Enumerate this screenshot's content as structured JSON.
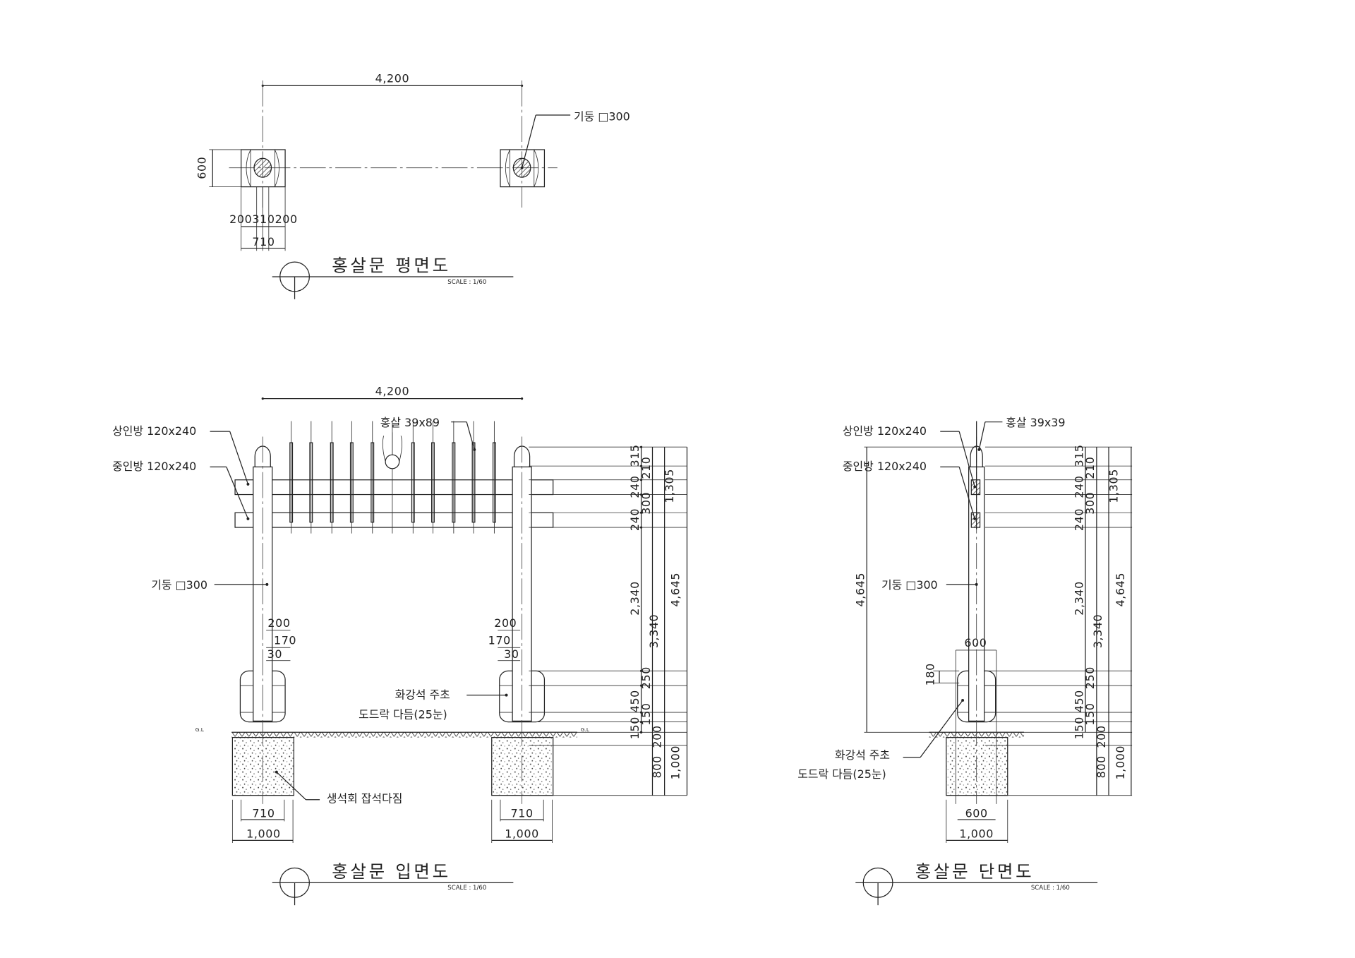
{
  "plan": {
    "dim_width": "4,200",
    "column_label": "기둥 □300",
    "dim_depth": "600",
    "dim_parts": "200310200",
    "dim_base": "710",
    "title": "홍살문 평면도",
    "scale": "SCALE : 1/60"
  },
  "elevation": {
    "dim_width": "4,200",
    "upper_rail": "상인방 120x240",
    "mid_rail": "중인방 120x240",
    "spear": "홍살 39x89",
    "column": "기둥 □300",
    "base_stone": "화강석 주초",
    "finish": "도드락 다듬(25눈)",
    "foundation": "생석회 잡석다짐",
    "gl": "G.L",
    "base_dims": [
      "200",
      "170",
      "30"
    ],
    "chain_a": [
      "315",
      "240",
      "240",
      "2,340",
      "150"
    ],
    "chain_b": [
      "210",
      "300",
      "3,340",
      "250",
      "450",
      "150",
      "200",
      "800"
    ],
    "chain_c": [
      "1,305",
      "4,645",
      "1,000"
    ],
    "bottom_dims": [
      "710",
      "1,000"
    ],
    "title": "홍살문 입면도",
    "scale": "SCALE : 1/60"
  },
  "section": {
    "upper_rail": "상인방 120x240",
    "mid_rail": "중인방 120x240",
    "spear": "홍살 39x39",
    "column": "기둥 □300",
    "base_stone": "화강석 주초",
    "finish": "도드락 다듬(25눈)",
    "dim_height_left": "4,645",
    "dim_base_width": "600",
    "dim_cap": "180",
    "chain_a": [
      "315",
      "240",
      "240",
      "2,340",
      "150"
    ],
    "chain_b": [
      "210",
      "300",
      "3,340",
      "250",
      "450",
      "150",
      "200",
      "800"
    ],
    "chain_c": [
      "1,305",
      "4,645",
      "1,000"
    ],
    "bottom_dims": [
      "600",
      "1,000"
    ],
    "title": "홍살문 단면도",
    "scale": "SCALE : 1/60"
  }
}
